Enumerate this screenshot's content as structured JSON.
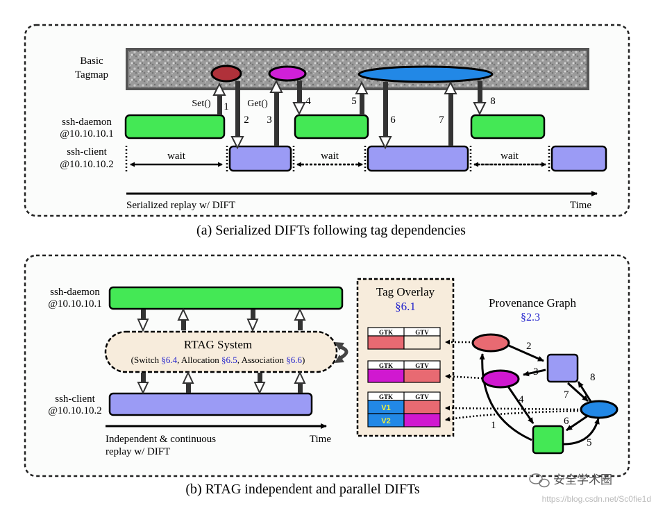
{
  "top": {
    "basic_tagmap": [
      "Basic",
      "Tagmap"
    ],
    "daemon": [
      "ssh-daemon",
      "@10.10.10.1"
    ],
    "client": [
      "ssh-client",
      "@10.10.10.2"
    ],
    "set_label": "Set()",
    "get_label": "Get()",
    "wait": "wait",
    "steps": [
      "1",
      "2",
      "3",
      "4",
      "5",
      "6",
      "7",
      "8"
    ],
    "axis_label": "Serialized replay w/ DIFT",
    "time": "Time",
    "caption": "(a) Serialized DIFTs following tag dependencies"
  },
  "bottom": {
    "daemon": [
      "ssh-daemon",
      "@10.10.10.1"
    ],
    "client": [
      "ssh-client",
      "@10.10.10.2"
    ],
    "rtag_title": "RTAG System",
    "rtag_sub": {
      "p1": "(Switch ",
      "r1": "§6.4",
      "p2": ", Allocation ",
      "r2": "§6.5",
      "p3": ", Association ",
      "r3": "§6.6",
      "p4": ")"
    },
    "axis_label": [
      "Independent & continuous",
      "replay w/ DIFT"
    ],
    "time": "Time",
    "tag_overlay": "Tag Overlay",
    "tag_overlay_ref": "§6.1",
    "gtk": "GTK",
    "gtv": "GTV",
    "v1": "V1",
    "v2": "V2",
    "prov_title": "Provenance Graph",
    "prov_ref": "§2.3",
    "edge_labels": [
      "1",
      "2",
      "3",
      "4",
      "5",
      "6",
      "7",
      "8"
    ],
    "caption": "(b) RTAG independent and parallel DIFTs"
  },
  "watermark": {
    "brand": "安全学术圈",
    "url": "https://blog.csdn.net/Sc0fie1d"
  },
  "colors": {
    "green": "#44e855",
    "purple": "#9b9bf5",
    "red": "#e86a72",
    "magenta": "#d018d0",
    "blue": "#2288e6",
    "ref_blue": "#2222cc",
    "beige": "#f7ecdc"
  }
}
